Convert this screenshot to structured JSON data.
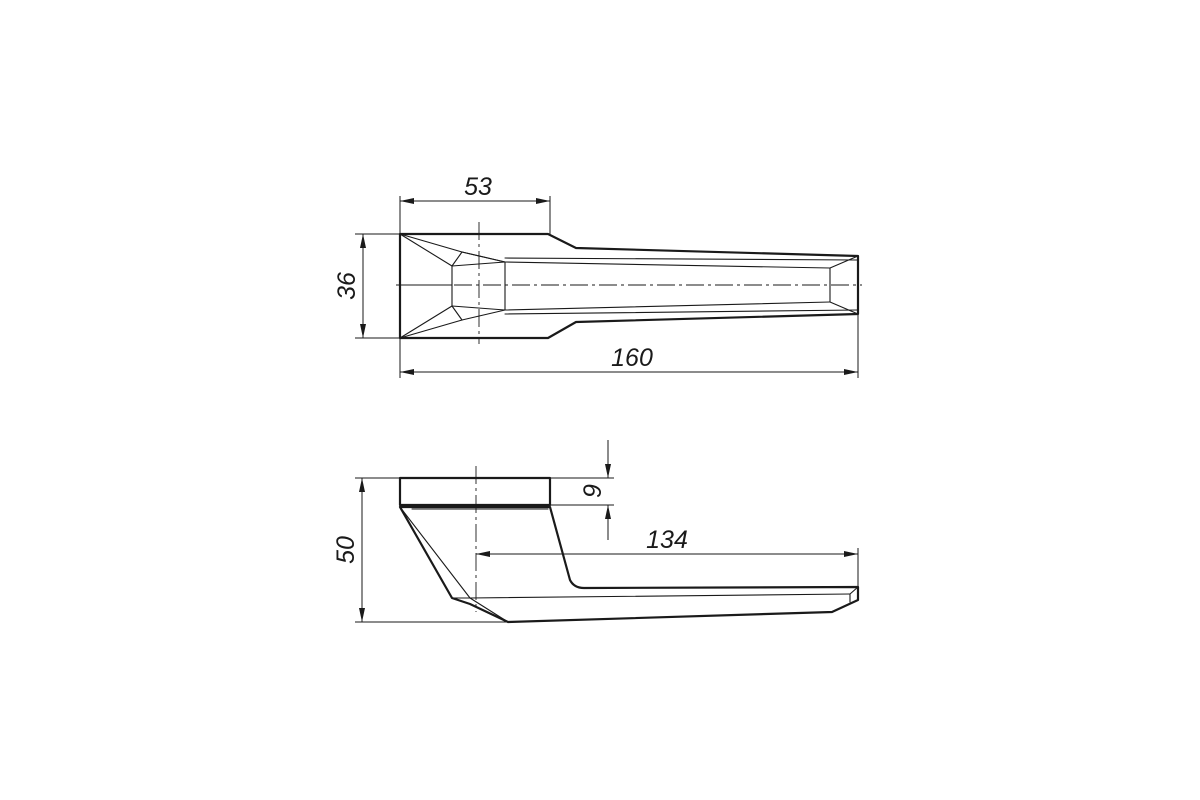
{
  "drawing": {
    "top_view": {
      "dimensions": {
        "width": "53",
        "height": "36",
        "length": "160"
      }
    },
    "side_view": {
      "dimensions": {
        "rose_thickness": "9",
        "height": "50",
        "handle_length": "134"
      }
    }
  },
  "colors": {
    "line": "#1a1a1a",
    "background": "#ffffff"
  }
}
